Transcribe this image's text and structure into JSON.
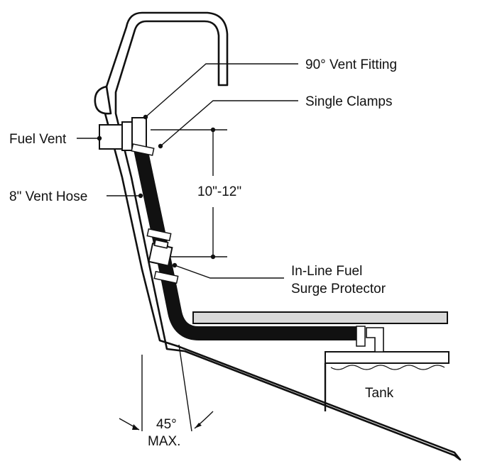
{
  "labels": {
    "vent_fitting": "90° Vent Fitting",
    "single_clamps": "Single Clamps",
    "fuel_vent": "Fuel Vent",
    "vent_hose": "8\" Vent Hose",
    "dimension": "10\"-12\"",
    "surge_protector_line1": "In-Line Fuel",
    "surge_protector_line2": "Surge Protector",
    "tank": "Tank",
    "angle": "45°",
    "angle_max": "MAX."
  },
  "colors": {
    "line": "#111111",
    "hose": "#111111",
    "deck": "#d9d9d9",
    "background": "#ffffff"
  }
}
